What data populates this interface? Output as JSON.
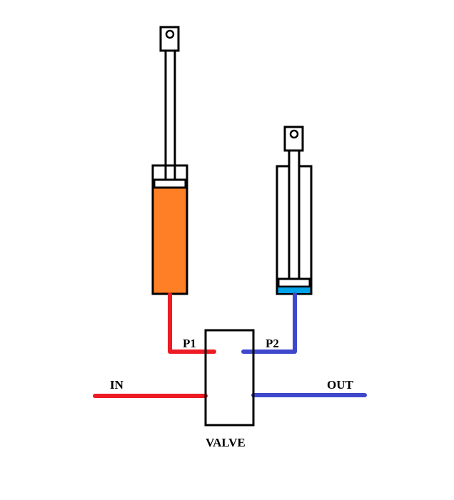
{
  "labels": {
    "p1": "P1",
    "p2": "P2",
    "in": "IN",
    "out": "OUT",
    "valve": "VALVE"
  },
  "colors": {
    "inlet_line": "#ed1c24",
    "outlet_line": "#3f48cc",
    "left_cylinder_fluid": "#ff7f27",
    "right_cylinder_fluid": "#00a2e8",
    "outline": "#000000"
  }
}
